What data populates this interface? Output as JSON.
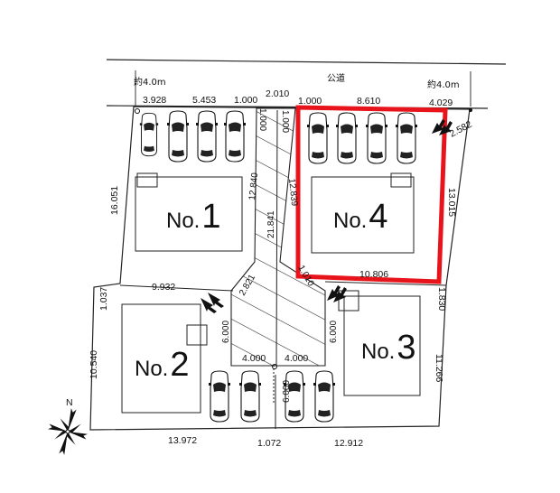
{
  "road": {
    "label": "公道",
    "width_left": "約4.0m",
    "width_right": "約4.0m"
  },
  "top_dims": [
    "3.928",
    "5.453",
    "1.000",
    "2.010",
    "1.000",
    "8.610",
    "4.029"
  ],
  "bottom_dims": [
    "13.972",
    "1.072",
    "12.912"
  ],
  "side_dims": {
    "lot1_left": "16.051",
    "lot2_left_upper": "1.037",
    "lot2_left": "10.540",
    "lot2_top": "9.932",
    "lot4_corner": "2.582",
    "lot4_right": "13.015",
    "lot4_bottom": "10.806",
    "lot3_right_upper": "1.830",
    "lot3_right": "11.266"
  },
  "driveway_dims": {
    "left_strip_top": "1.000",
    "right_strip_top": "1.000",
    "left_diag": "12.840",
    "center_long": "21.841",
    "right_diag": "12.839",
    "left_bend": "2.821",
    "right_bend": "1.010",
    "left_depth": "6.000",
    "right_depth": "6.000",
    "left_bottom": "4.000",
    "right_bottom": "4.000",
    "parking_depth": "6.000"
  },
  "lots": [
    {
      "id": "lot-1",
      "prefix": "No.",
      "number": "1"
    },
    {
      "id": "lot-2",
      "prefix": "No.",
      "number": "2"
    },
    {
      "id": "lot-3",
      "prefix": "No.",
      "number": "3"
    },
    {
      "id": "lot-4",
      "prefix": "No.",
      "number": "4"
    }
  ],
  "compass": {
    "label": "N"
  },
  "colors": {
    "highlight": "#e8141b",
    "line": "#222222"
  }
}
